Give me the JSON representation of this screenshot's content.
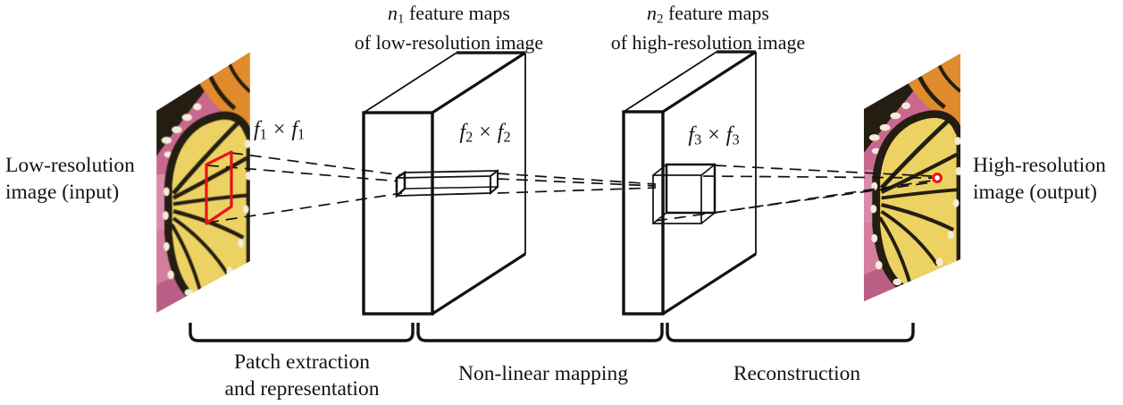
{
  "figure": {
    "input_label": {
      "line1": "Low-resolution",
      "line2": "image (input)"
    },
    "output_label": {
      "line1": "High-resolution",
      "line2": "image (output)"
    },
    "fmap1": {
      "var": "n",
      "sub": "1",
      "rest": " feature maps",
      "line2": "of low-resolution image"
    },
    "fmap2": {
      "var": "n",
      "sub": "2",
      "rest": " feature maps",
      "line2": "of high-resolution image"
    },
    "kernel1": {
      "f_left": "f",
      "sub_left": "1",
      "op": "×",
      "f_right": "f",
      "sub_right": "1"
    },
    "kernel2": {
      "f_left": "f",
      "sub_left": "2",
      "op": "×",
      "f_right": "f",
      "sub_right": "2"
    },
    "kernel3": {
      "f_left": "f",
      "sub_left": "3",
      "op": "×",
      "f_right": "f",
      "sub_right": "3"
    },
    "steps": {
      "step1_line1": "Patch extraction",
      "step1_line2": "and representation",
      "step2": "Non-linear mapping",
      "step3": "Reconstruction"
    },
    "colors": {
      "accent_red": "#e51414",
      "ink": "#141414"
    }
  }
}
